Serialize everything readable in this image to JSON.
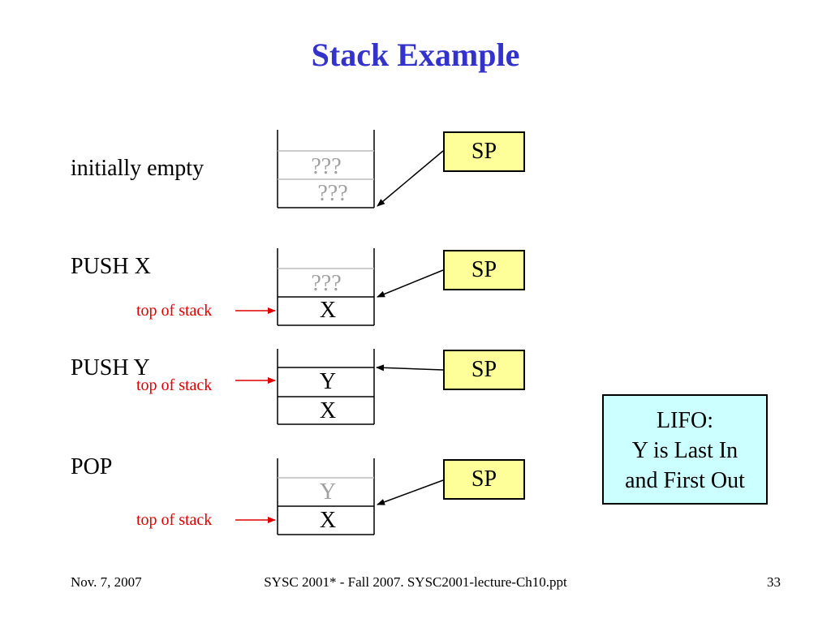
{
  "title": "Stack Example",
  "rows": [
    {
      "label": "initially empty",
      "cells": [
        "???",
        "???"
      ]
    },
    {
      "label": "PUSH  X",
      "cells": [
        "???",
        "X"
      ]
    },
    {
      "label": "PUSH  Y",
      "cells": [
        "Y",
        "X"
      ]
    },
    {
      "label": "POP",
      "cells": [
        "Y",
        "X"
      ]
    }
  ],
  "sp_label": "SP",
  "top_of_stack_label": "top of stack",
  "lifo_box": {
    "line1": "LIFO:",
    "line2": "Y is Last In",
    "line3": "and First Out"
  },
  "colors": {
    "title": "#3333cc",
    "sp_fill": "#ffff99",
    "lifo_fill": "#ccffff",
    "annotation": "#e00000",
    "stale_value": "#a0a0a0"
  },
  "footer": {
    "date": "Nov. 7, 2007",
    "course": "SYSC 2001* - Fall 2007. SYSC2001-lecture-Ch10.ppt",
    "page": "33"
  }
}
